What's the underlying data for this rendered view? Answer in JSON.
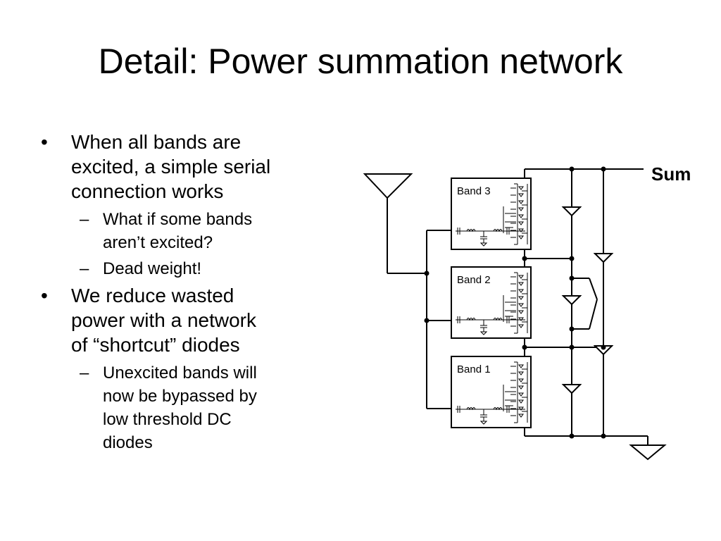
{
  "slide": {
    "title": "Detail: Power summation network"
  },
  "bullets": [
    {
      "text": "When all bands are excited, a simple serial connection works",
      "lines": [
        "When all bands are",
        "excited, a simple serial",
        "connection works"
      ]
    },
    {
      "text": "What if some bands aren’t excited?",
      "lines": [
        "What if some bands",
        "aren’t excited?"
      ]
    },
    {
      "text": "Dead weight!",
      "lines": [
        "Dead weight!"
      ]
    },
    {
      "text": "We reduce wasted power with a network of “shortcut” diodes",
      "lines": [
        "We reduce wasted",
        "power with a network",
        "of “shortcut” diodes"
      ]
    },
    {
      "text": "Unexcited bands will now be bypassed by low threshold DC diodes",
      "lines": [
        "Unexcited bands will",
        "now be bypassed by",
        "low threshold DC",
        "diodes"
      ]
    }
  ],
  "markers": {
    "bullet": "•",
    "dash": "–"
  },
  "diagram": {
    "bands": [
      "Band 3",
      "Band 2",
      "Band 1"
    ],
    "output_label": "Sum",
    "icons": [
      "antenna-icon",
      "ground-icon",
      "diode-icon"
    ]
  }
}
